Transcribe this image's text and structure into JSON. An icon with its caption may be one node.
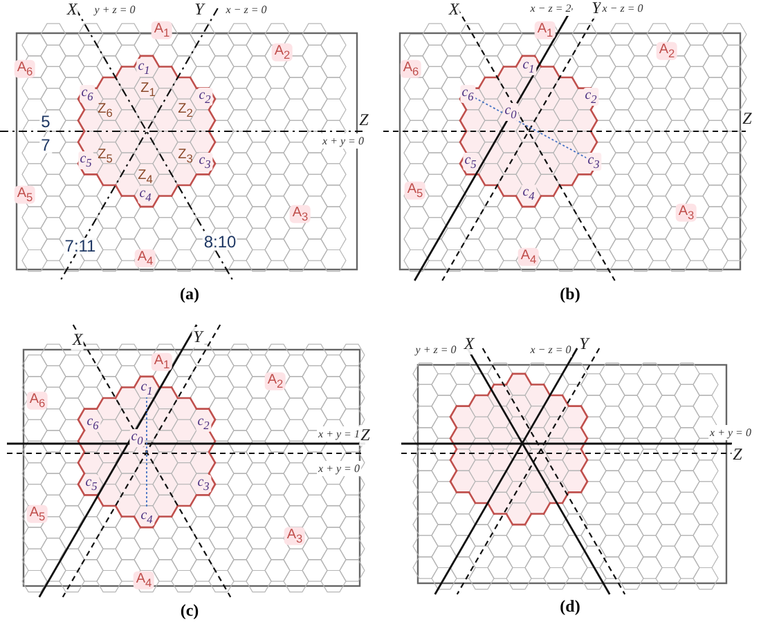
{
  "diagram": {
    "labels": [
      "X",
      "y + z = 0",
      "Y",
      "x − z = 0",
      "A$_{1}$",
      "A$_{2}$",
      "A$_{6}$",
      "c$_{1}$",
      "Z$_{1}$",
      "c$_{6}$",
      "c$_{2}$",
      "Z$_{6}$",
      "Z$_{2}$",
      "5",
      "Z",
      "7",
      "x + y = 0",
      "c$_{5}$",
      "Z$_{5}$",
      "Z$_{3}$",
      "c$_{3}$",
      "Z$_{4}$",
      "c$_{4}$",
      "A$_{5}$",
      "A$_{3}$",
      "7:11",
      "8:10",
      "A$_{4}$",
      "(a)",
      "X",
      "x − z = 2",
      "Y",
      "x − z = 0",
      "A$_{1}$",
      "A$_{2}$",
      "A$_{6}$",
      "c$_{1}$",
      "c$_{6}$",
      "c$_{2}$",
      "c$_{0}$",
      "Z",
      "c$_{5}$",
      "c$_{3}$",
      "c$_{4}$",
      "A$_{5}$",
      "A$_{3}$",
      "A$_{4}$",
      "(b)",
      "X",
      "Y",
      "A$_{1}$",
      "A$_{2}$",
      "c$_{1}$",
      "A$_{6}$",
      "c$_{6}$",
      "c$_{2}$",
      "c$_{0}$",
      "x + y = 1",
      "Z",
      "x + y = 0",
      "c$_{5}$",
      "c$_{3}$",
      "A$_{5}$",
      "c$_{4}$",
      "A$_{3}$",
      "A$_{4}$",
      "(c)",
      "y + z = 0",
      "X",
      "x − z = 0",
      "Y",
      "x + y = 0",
      "Z",
      "(d)"
    ]
  }
}
